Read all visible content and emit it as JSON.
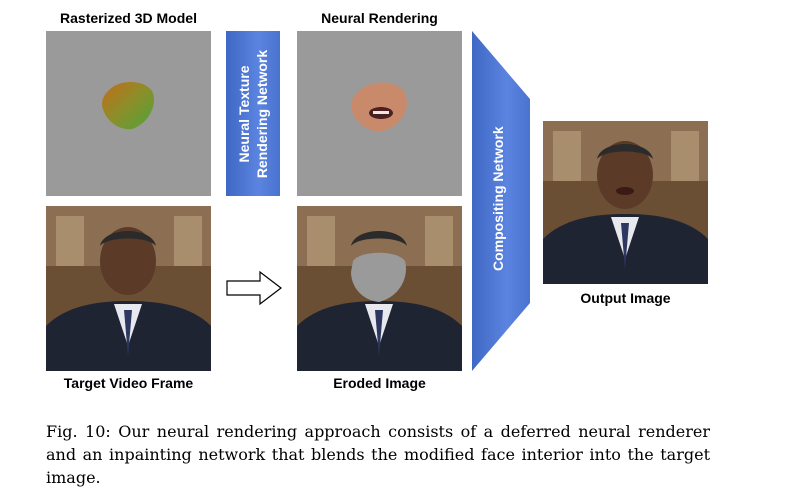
{
  "labels": {
    "rasterized": "Rasterized 3D Model",
    "neural_rendering": "Neural Rendering",
    "target_frame": "Target Video Frame",
    "eroded": "Eroded Image",
    "output": "Output Image"
  },
  "networks": {
    "texture_line1": "Neural Texture",
    "texture_line2": "Rendering Network",
    "compositing": "Compositing Network"
  },
  "caption": "Fig. 10: Our neural rendering approach consists of a deferred neural renderer and an inpainting network that blends the modified face interior into the target image.",
  "colors": {
    "network_blue": "#4a72cf",
    "panel_gray": "#9a9a9a"
  }
}
